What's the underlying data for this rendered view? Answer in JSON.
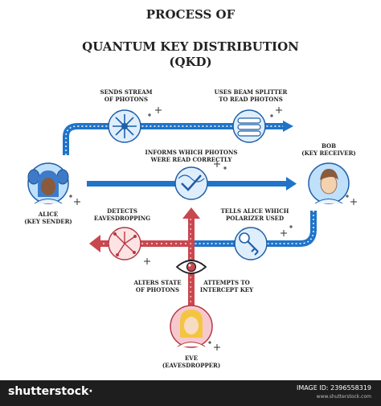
{
  "title": {
    "line1": "PROCESS OF",
    "line2": "QUANTUM KEY DISTRIBUTION",
    "line3": "(QKD)"
  },
  "labels": {
    "sends_stream": [
      "SENDS STREAM",
      "OF PHOTONS"
    ],
    "beam_splitter": [
      "USES BEAM SPLITTER",
      "TO READ PHOTONS"
    ],
    "informs": [
      "INFORMS WHICH PHOTONS",
      "WERE READ CORRECTLY"
    ],
    "detects": [
      "DETECTS",
      "EAVESDROPPING"
    ],
    "tells_alice": [
      "TELLS ALICE WHICH",
      "POLARIZER USED"
    ],
    "alters": [
      "ALTERS STATE",
      "OF PHOTONS"
    ],
    "attempts": [
      "ATTEMPTS TO",
      "INTERCEPT KEY"
    ]
  },
  "people": {
    "alice": [
      "ALICE",
      "(KEY SENDER)"
    ],
    "bob": [
      "BOB",
      "(KEY RECEIVER)"
    ],
    "eve": [
      "EVE",
      "(EAVESDROPPER)"
    ]
  },
  "watermark": {
    "brand": "shutterstock·",
    "image_id": "IMAGE ID: 2396558319",
    "site": "www.shutterstock.com"
  },
  "colors": {
    "blue_arrow": "#1f74c9",
    "red_arrow": "#c9474f",
    "node_fill": "#dfeefd",
    "node_stroke": "#1f5fa8",
    "eve_fill": "#fde3e3"
  },
  "icons": {
    "photon_source": "snowflake-burst-icon",
    "beam_splitter": "cylinder-rods-icon",
    "verification": "check-wave-icon",
    "polarizer": "key-icon",
    "eavesdrop": "scatter-burst-icon",
    "observer": "eye-icon"
  }
}
